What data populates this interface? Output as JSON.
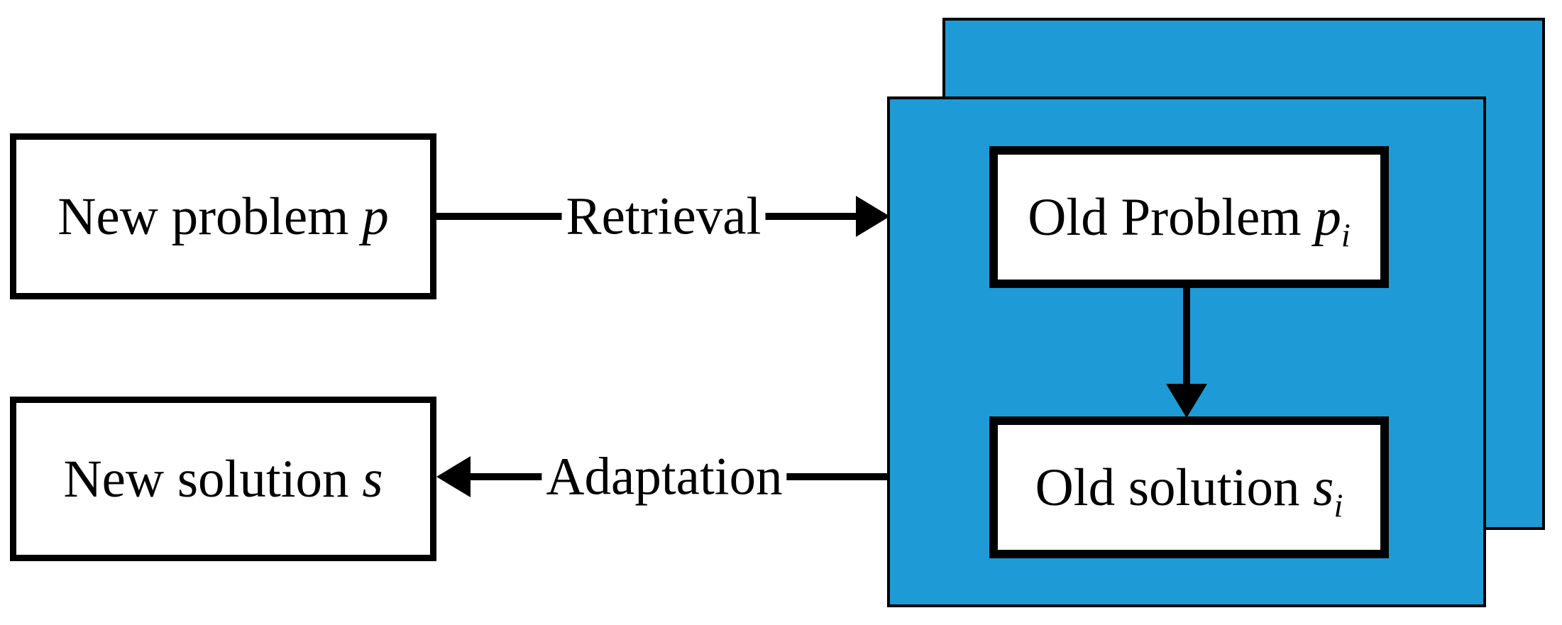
{
  "diagram": {
    "background": "#FFFFFF",
    "colors": {
      "card_fill": "#1E9BD7",
      "outline": "#000000",
      "box_fill": "#FFFFFF",
      "text": "#000000"
    },
    "boxes": {
      "new_problem": {
        "label": "New problem",
        "variable": "p",
        "subscript": ""
      },
      "new_solution": {
        "label": "New solution",
        "variable": "s",
        "subscript": ""
      },
      "old_problem": {
        "label": "Old Problem",
        "variable": "p",
        "subscript": "i"
      },
      "old_solution": {
        "label": "Old solution",
        "variable": "s",
        "subscript": "i"
      }
    },
    "arrows": {
      "retrieval": {
        "label": "Retrieval",
        "direction": "right"
      },
      "adaptation": {
        "label": "Adaptation",
        "direction": "left"
      },
      "old_problem_to_old_solution": {
        "label": "",
        "direction": "down"
      }
    }
  }
}
